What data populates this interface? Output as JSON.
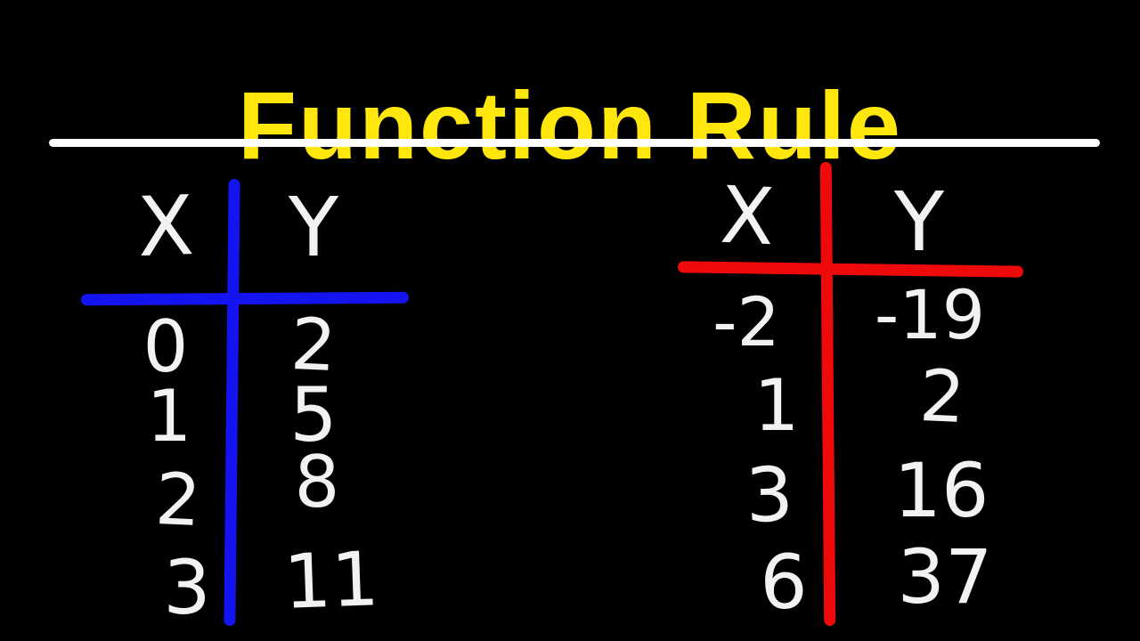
{
  "page": {
    "title": "Function Rule",
    "colors": {
      "background": "#000000",
      "title": "#FFE60D",
      "divider": "#FFFFFF",
      "ink": "#F2F2F2"
    }
  },
  "chart_data": [
    {
      "type": "table",
      "title": "blue function table",
      "accent_color": "#1414F0",
      "columns": [
        "X",
        "Y"
      ],
      "rows": [
        [
          "0",
          "2"
        ],
        [
          "1",
          "5"
        ],
        [
          "2",
          "8"
        ],
        [
          "3",
          "11"
        ]
      ]
    },
    {
      "type": "table",
      "title": "red function table",
      "accent_color": "#EE0A0A",
      "columns": [
        "X",
        "Y"
      ],
      "rows": [
        [
          "-2",
          "-19"
        ],
        [
          "1",
          "2"
        ],
        [
          "3",
          "16"
        ],
        [
          "6",
          "37"
        ]
      ]
    }
  ]
}
